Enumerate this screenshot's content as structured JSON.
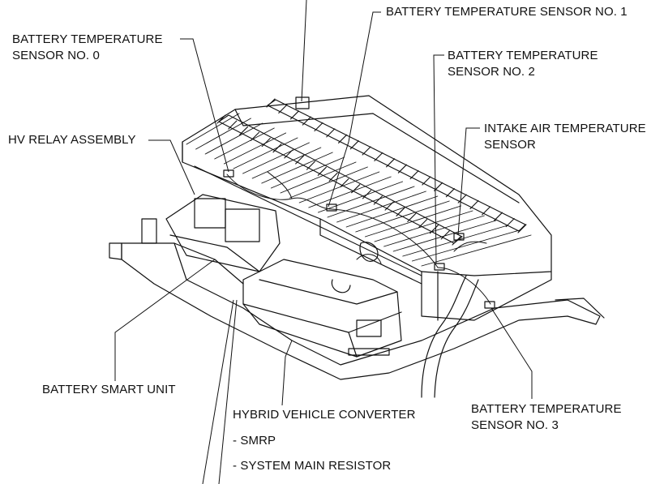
{
  "labels": {
    "sensor_1": "BATTERY TEMPERATURE SENSOR NO. 1",
    "sensor_0_line1": "BATTERY TEMPERATURE",
    "sensor_0_line2": "SENSOR NO. 0",
    "sensor_2_line1": "BATTERY TEMPERATURE",
    "sensor_2_line2": "SENSOR NO. 2",
    "intake_line1": "INTAKE AIR TEMPERATURE",
    "intake_line2": "SENSOR",
    "hv_relay": "HV RELAY ASSEMBLY",
    "smart_unit": "BATTERY SMART UNIT",
    "converter": "HYBRID VEHICLE CONVERTER",
    "smrp": "- SMRP",
    "smr_resistor": "- SYSTEM MAIN RESISTOR",
    "sensor_3_line1": "BATTERY TEMPERATURE",
    "sensor_3_line2": "SENSOR NO. 3"
  },
  "colors": {
    "ink": "#111111",
    "fill": "#ffffff"
  }
}
